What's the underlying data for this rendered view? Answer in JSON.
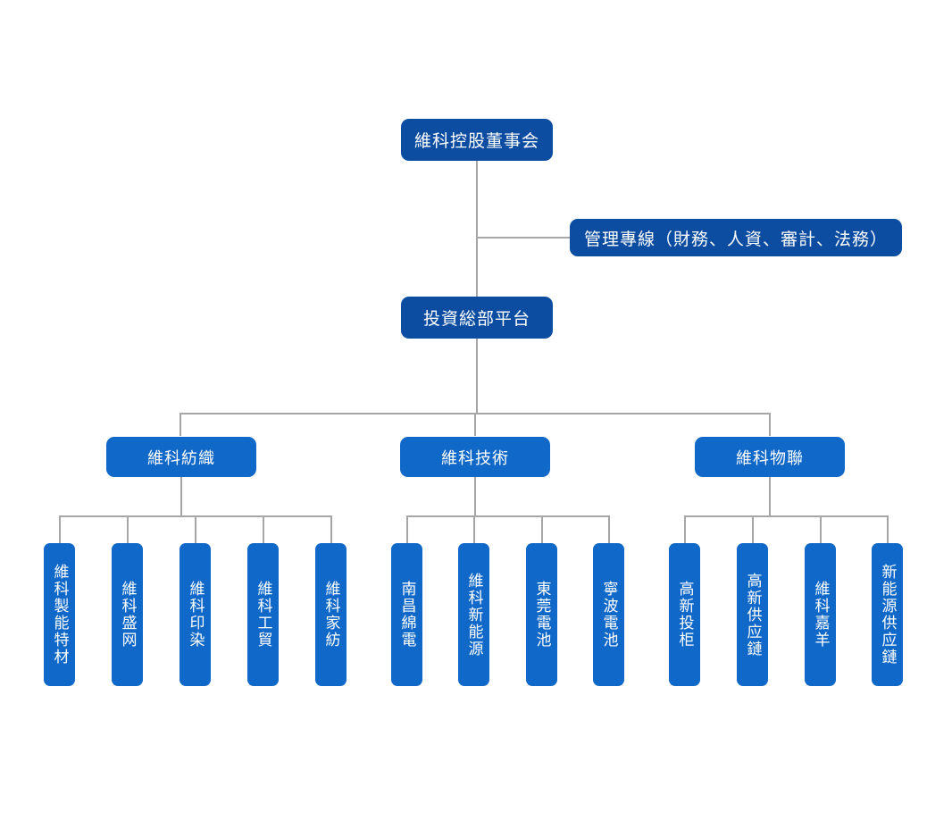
{
  "colors": {
    "navy": "#0c4da2",
    "blue": "#1068c8",
    "connector": "#a6a6a6",
    "background": "#ffffff",
    "text": "#ffffff"
  },
  "root": {
    "label": "維科控股董事会"
  },
  "staff_line": {
    "label": "管理專線（財務、人資、審計、法務）"
  },
  "platform": {
    "label": "投資総部平台"
  },
  "divisions": [
    {
      "label": "維科紡織",
      "children": [
        {
          "label": "維科製能特材"
        },
        {
          "label": "維科盛网"
        },
        {
          "label": "維科印染"
        },
        {
          "label": "維科工貿"
        },
        {
          "label": "維科家紡"
        }
      ]
    },
    {
      "label": "維科技術",
      "children": [
        {
          "label": "南昌綿電"
        },
        {
          "label": "維科新能源"
        },
        {
          "label": "東莞電池"
        },
        {
          "label": "寧波電池"
        }
      ]
    },
    {
      "label": "維科物聯",
      "children": [
        {
          "label": "高新投柜"
        },
        {
          "label": "高新供应鏈"
        },
        {
          "label": "維科嘉羊"
        },
        {
          "label": "新能源供应鏈"
        }
      ]
    }
  ]
}
